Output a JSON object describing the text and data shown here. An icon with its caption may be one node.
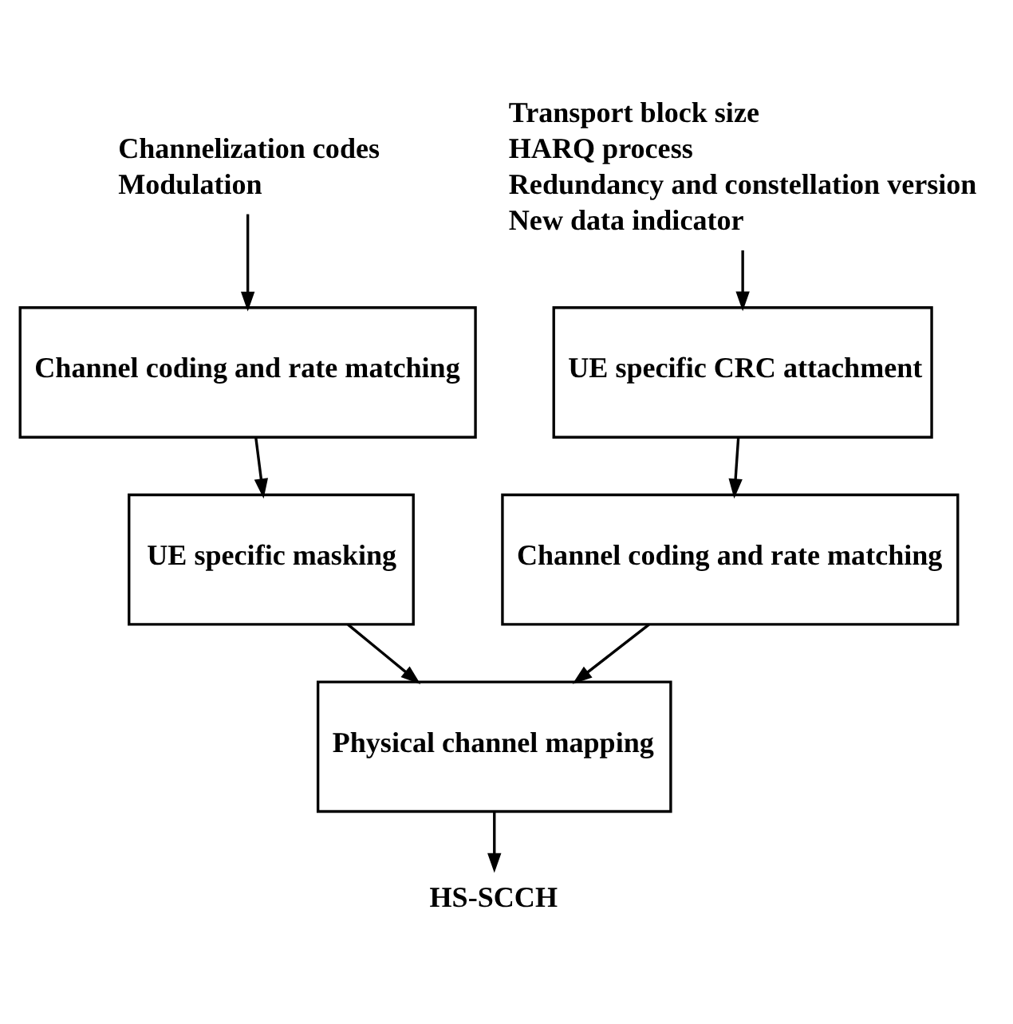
{
  "diagram": {
    "nodes": [
      {
        "text": [
          "Channelization codes",
          "Modulation"
        ]
      },
      {
        "text": [
          "Transport block size",
          "HARQ process",
          "Redundancy and constellation version",
          "New data indicator"
        ]
      },
      {
        "text": [
          "Channel coding and rate matching"
        ]
      },
      {
        "text": [
          "UE specific CRC attachment"
        ]
      },
      {
        "text": [
          "UE specific masking"
        ]
      },
      {
        "text": [
          "Channel coding and rate matching"
        ]
      },
      {
        "text": [
          "Physical channel mapping"
        ]
      },
      {
        "text": [
          "HS-SCCH"
        ]
      }
    ],
    "edges": [
      {
        "from": 0,
        "to": 2,
        "arrow": "to"
      },
      {
        "from": 1,
        "to": 3,
        "arrow": "to"
      },
      {
        "from": 2,
        "to": 4,
        "arrow": "to"
      },
      {
        "from": 3,
        "to": 5,
        "arrow": "to"
      },
      {
        "from": 4,
        "to": 6,
        "arrow": "to"
      },
      {
        "from": 5,
        "to": 6,
        "arrow": "to"
      },
      {
        "from": 6,
        "to": 7,
        "arrow": "to"
      }
    ]
  }
}
